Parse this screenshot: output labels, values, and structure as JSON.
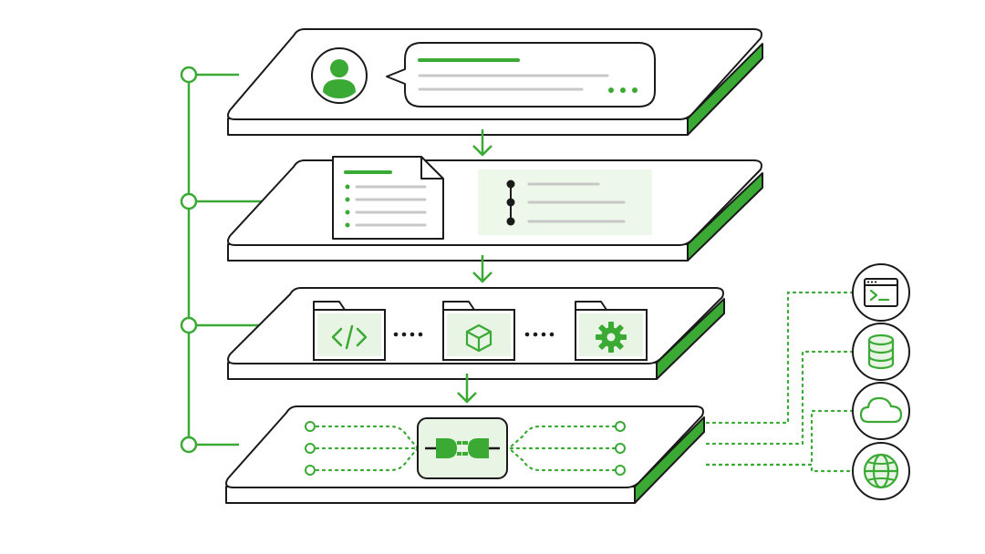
{
  "colors": {
    "accent": "#3aaa35",
    "accent_light": "#e8f5e5",
    "accent_panel": "#edf7ea",
    "outline": "#1a1a1a",
    "text_line": "#c8c8c8",
    "background": "#ffffff"
  },
  "layers": [
    {
      "name": "chat-layer",
      "icons": [
        "user-avatar-icon",
        "chat-bubble-icon"
      ]
    },
    {
      "name": "docs-layer",
      "icons": [
        "document-icon",
        "timeline-list-icon"
      ]
    },
    {
      "name": "modules-layer",
      "icons": [
        "code-folder-icon",
        "package-folder-icon",
        "settings-folder-icon"
      ]
    },
    {
      "name": "connector-layer",
      "icons": [
        "plug-connector-icon"
      ]
    }
  ],
  "external_services": [
    {
      "icon": "terminal-icon"
    },
    {
      "icon": "database-icon"
    },
    {
      "icon": "cloud-icon"
    },
    {
      "icon": "globe-icon"
    }
  ]
}
